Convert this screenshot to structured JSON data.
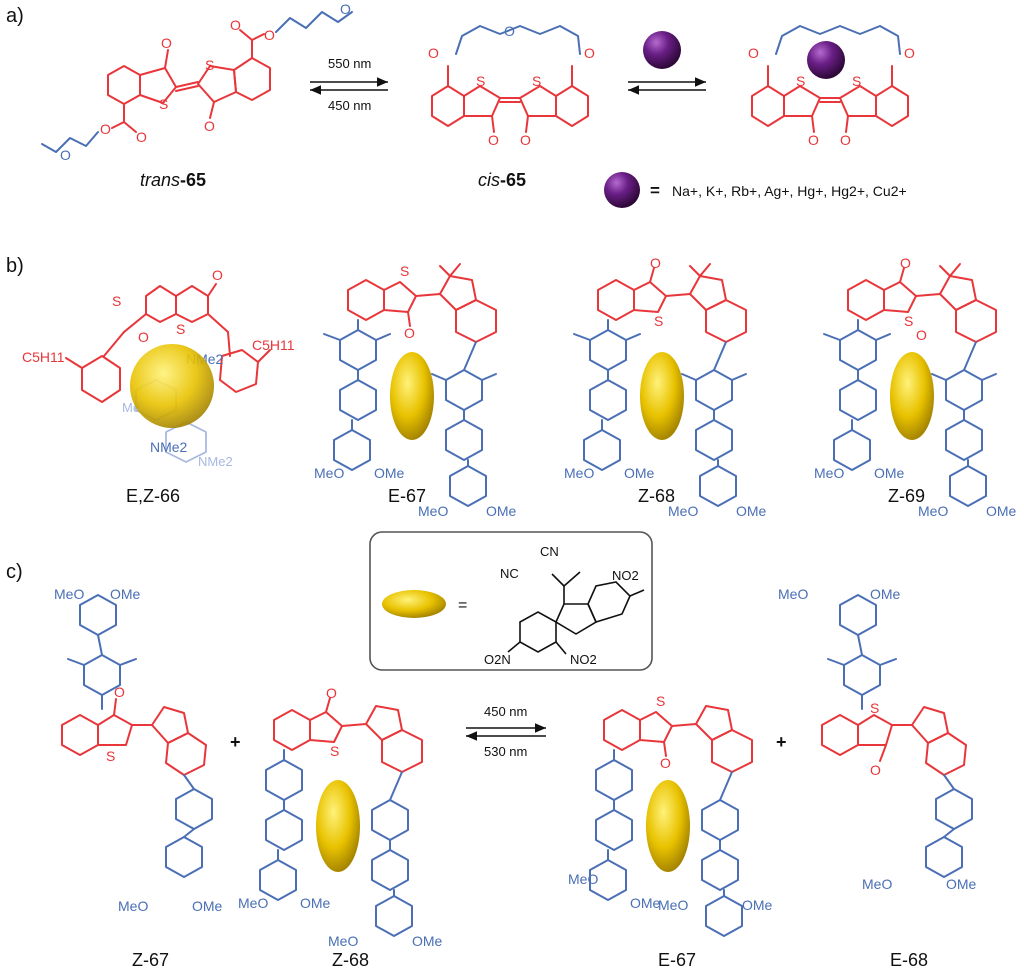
{
  "panels": {
    "a": "a)",
    "b": "b)",
    "c": "c)"
  },
  "panel_a": {
    "trans_label_prefix": "trans",
    "trans_label_num": "-65",
    "cis_label_prefix": "cis",
    "cis_label_num": "-65",
    "arrow_forward": "550 nm",
    "arrow_back": "450 nm",
    "equals": "=",
    "ions": "Na+, K+, Rb+, Ag+, Hg+, Hg2+, Cu2+"
  },
  "panel_b": {
    "compounds": [
      "E,Z-66",
      "E-67",
      "Z-68",
      "Z-69"
    ]
  },
  "legend": {
    "equals": "=",
    "labels": [
      "CN",
      "NC",
      "NO2",
      "O2N",
      "NO2"
    ]
  },
  "panel_c": {
    "arrow_forward": "450 nm",
    "arrow_back": "530 nm",
    "plus": "+",
    "compounds": [
      "Z-67",
      "Z-68",
      "E-67",
      "E-68"
    ]
  },
  "atoms": {
    "O": "O",
    "S": "S",
    "MeO": "MeO",
    "OMe": "OMe",
    "NMe2": "NMe2",
    "C5H11": "C5H11",
    "Me": "Me"
  },
  "colors": {
    "red": "#e8363a",
    "blue": "#4a6fb5",
    "purple": "#5a1a6e",
    "yellow": "#e8c200"
  }
}
